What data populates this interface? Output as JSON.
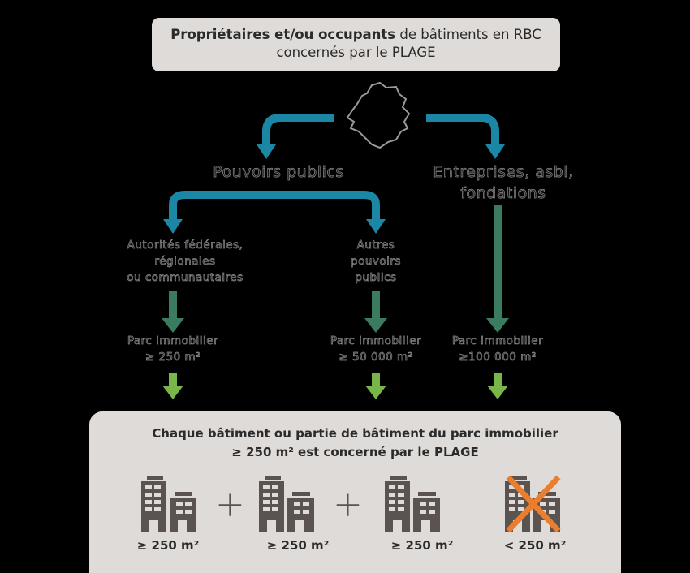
{
  "header": {
    "bold": "Propriétaires et/ou occupants",
    "rest": " de bâtiments en RBC",
    "line2": "concernés par le PLAGE"
  },
  "branches": {
    "public": "Pouvoirs publics",
    "private": [
      "Entreprises, asbl,",
      "fondations"
    ]
  },
  "sub": {
    "federal": [
      "Autorités fédérales,",
      "régionales",
      "ou communautaires"
    ],
    "other": [
      "Autres",
      "pouvoirs",
      "publics"
    ]
  },
  "thresholds": [
    [
      "Parc immobilier",
      "≥ 250 m²"
    ],
    [
      "Parc immobilier",
      "≥ 50 000 m²"
    ],
    [
      "Parc immobilier",
      "≥100 000 m²"
    ]
  ],
  "result": {
    "title": [
      "Chaque bâtiment ou partie de bâtiment du parc immobilier",
      "≥ 250 m² est concerné par le PLAGE"
    ],
    "plus": "+",
    "buildings": [
      {
        "label": "≥ 250 m²",
        "excluded": false
      },
      {
        "label": "≥ 250 m²",
        "excluded": false
      },
      {
        "label": "≥ 250 m²",
        "excluded": false
      },
      {
        "label": "< 250 m²",
        "excluded": true
      }
    ]
  },
  "colors": {
    "blue": "#1b87a4",
    "green": "#3b7c60",
    "lightgreen": "#79b64a",
    "building": "#5a534f",
    "cross": "#ea7d2e",
    "box": "#dedbd8"
  }
}
